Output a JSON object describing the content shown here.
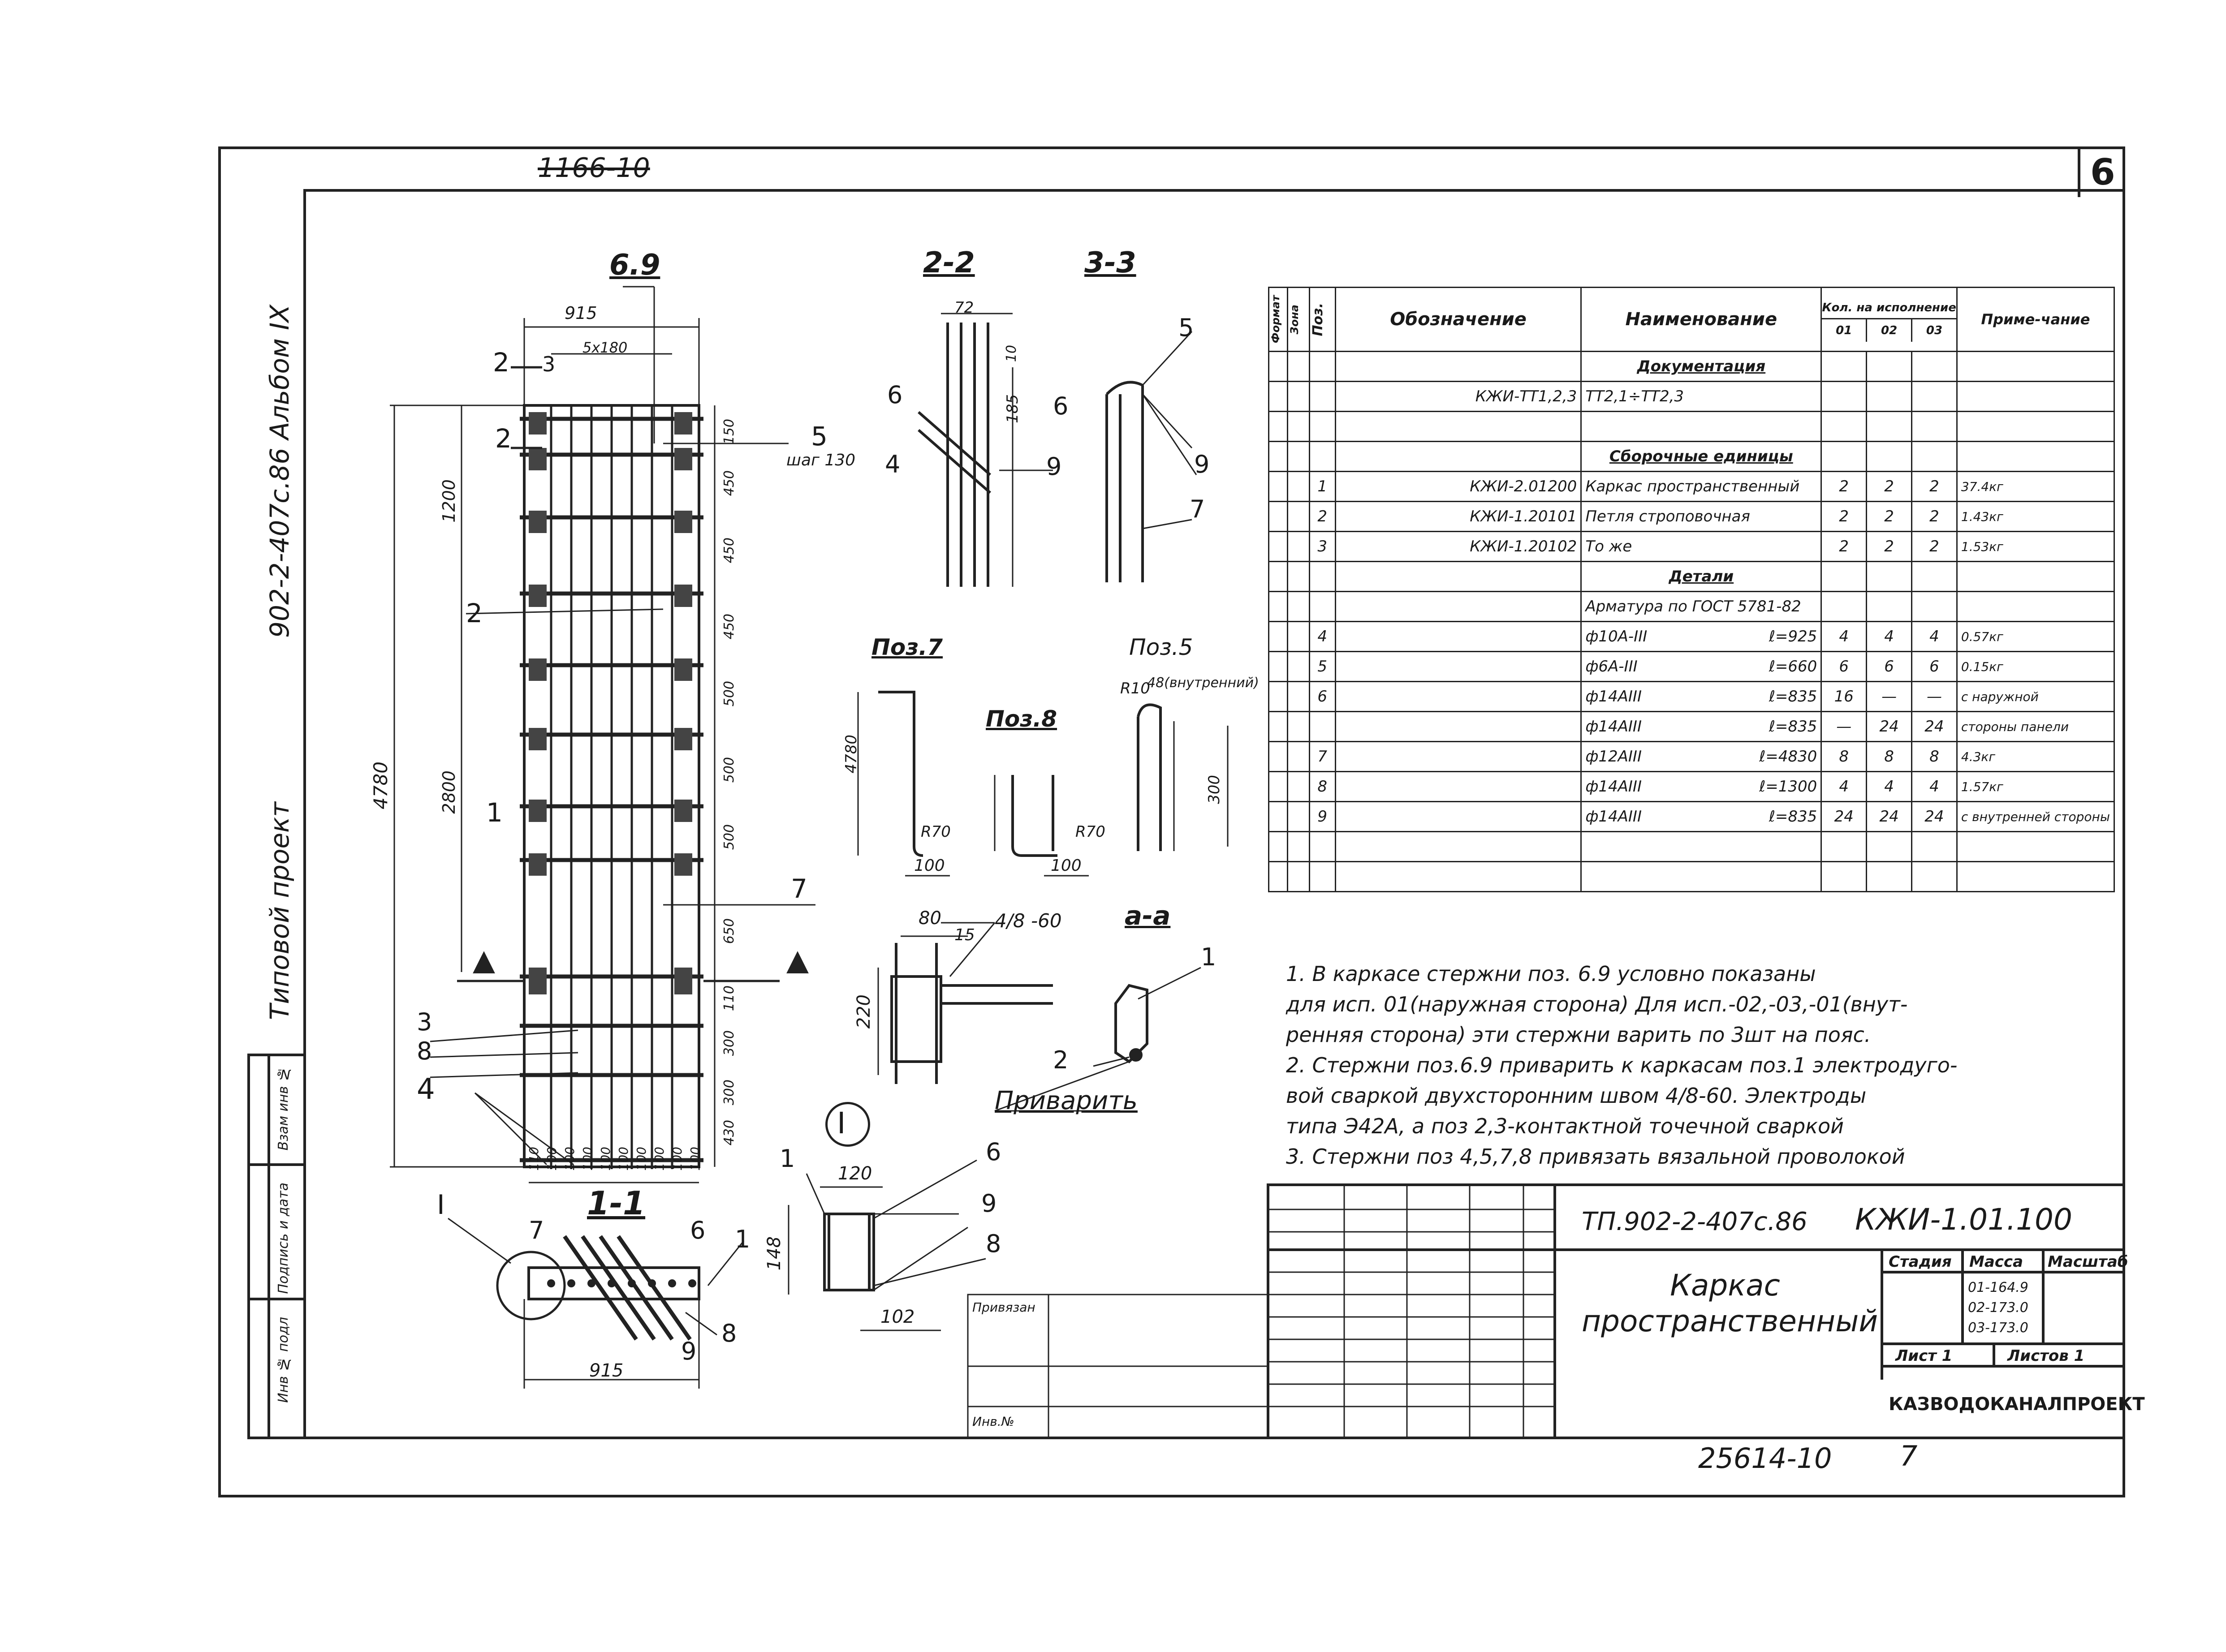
{
  "sheet_no": "6",
  "doc_code_top": "1166-10",
  "left_strip": {
    "project_code": "902-2-407с.86 Альбом IX",
    "type_label": "Типовой проект",
    "stamp_labels": [
      "Взам инв №",
      "Подпись и дата",
      "Инв № подл"
    ]
  },
  "view_labels": {
    "view_69": "6.9",
    "sec_2_2": "2-2",
    "sec_3_3": "3-3",
    "sec_1_1": "1-1",
    "sec_a_a": "а-а",
    "node_I": "I",
    "weld": "Приварить",
    "pos7": "Поз.7",
    "pos8": "Поз.8",
    "pos5": "Поз.5"
  },
  "dims": {
    "d915_top": "915",
    "d5x180": "5х180",
    "d4780": "4780",
    "d1200": "1200",
    "d2800": "2800",
    "vertical_steps": [
      "150",
      "450",
      "450",
      "450",
      "500",
      "500",
      "500",
      "650",
      "110",
      "300",
      "300",
      "430"
    ],
    "bottom_steps": [
      "110",
      "100",
      "100",
      "100",
      "100",
      "100",
      "100",
      "100",
      "100",
      "100"
    ],
    "d915_bottom": "915",
    "d148": "148",
    "d102": "102",
    "d120": "120",
    "d80": "80",
    "d15": "15",
    "d220": "220",
    "weld_seam": "4/8 -60",
    "d72": "72",
    "d185": "185",
    "d10": "10",
    "step130": "шаг 130",
    "r10": "R10",
    "r70": "R70",
    "d48": "48(внутренний)",
    "d300": "300",
    "d100": "100",
    "d4780_pos7": "4780"
  },
  "pos_markers": [
    "1",
    "2",
    "3",
    "4",
    "5",
    "6",
    "7",
    "8",
    "9"
  ],
  "spec_header": {
    "format": "Формат",
    "zone": "Зона",
    "pos": "Поз.",
    "designation": "Обозначение",
    "name": "Наименование",
    "qty": "Кол. на исполнение",
    "q01": "01",
    "q02": "02",
    "q03": "03",
    "note": "Приме-чание"
  },
  "spec_rows": [
    {
      "pos": "",
      "designation": "",
      "name": "Документация",
      "section": true,
      "q1": "",
      "q2": "",
      "q3": "",
      "note": ""
    },
    {
      "pos": "",
      "designation": "КЖИ-ТТ1,2,3",
      "name": "ТТ2,1÷ТТ2,3",
      "section": false,
      "q1": "",
      "q2": "",
      "q3": "",
      "note": ""
    },
    {
      "pos": "",
      "designation": "",
      "name": "",
      "section": false,
      "q1": "",
      "q2": "",
      "q3": "",
      "note": ""
    },
    {
      "pos": "",
      "designation": "",
      "name": "Сборочные единицы",
      "section": true,
      "q1": "",
      "q2": "",
      "q3": "",
      "note": ""
    },
    {
      "pos": "1",
      "designation": "КЖИ-2.01200",
      "name": "Каркас пространственный",
      "section": false,
      "q1": "2",
      "q2": "2",
      "q3": "2",
      "note": "37.4кг"
    },
    {
      "pos": "2",
      "designation": "КЖИ-1.20101",
      "name": "Петля строповочная",
      "section": false,
      "q1": "2",
      "q2": "2",
      "q3": "2",
      "note": "1.43кг"
    },
    {
      "pos": "3",
      "designation": "КЖИ-1.20102",
      "name": "То же",
      "section": false,
      "q1": "2",
      "q2": "2",
      "q3": "2",
      "note": "1.53кг"
    },
    {
      "pos": "",
      "designation": "",
      "name": "Детали",
      "section": true,
      "q1": "",
      "q2": "",
      "q3": "",
      "note": ""
    },
    {
      "pos": "",
      "designation": "",
      "name": "Арматура по ГОСТ 5781-82",
      "section": false,
      "q1": "",
      "q2": "",
      "q3": "",
      "note": ""
    },
    {
      "pos": "4",
      "designation": "",
      "name": "ф10А-III",
      "len": "ℓ=925",
      "section": false,
      "q1": "4",
      "q2": "4",
      "q3": "4",
      "note": "0.57кг"
    },
    {
      "pos": "5",
      "designation": "",
      "name": "ф6А-III",
      "len": "ℓ=660",
      "section": false,
      "q1": "6",
      "q2": "6",
      "q3": "6",
      "note": "0.15кг"
    },
    {
      "pos": "6",
      "designation": "",
      "name": "ф14АIII",
      "len": "ℓ=835",
      "section": false,
      "q1": "16",
      "q2": "—",
      "q3": "—",
      "note": "с наружной"
    },
    {
      "pos": "",
      "designation": "",
      "name": "ф14АIII",
      "len": "ℓ=835",
      "section": false,
      "q1": "—",
      "q2": "24",
      "q3": "24",
      "note": "стороны панели"
    },
    {
      "pos": "7",
      "designation": "",
      "name": "ф12АIII",
      "len": "ℓ=4830",
      "section": false,
      "q1": "8",
      "q2": "8",
      "q3": "8",
      "note": "4.3кг"
    },
    {
      "pos": "8",
      "designation": "",
      "name": "ф14АIII",
      "len": "ℓ=1300",
      "section": false,
      "q1": "4",
      "q2": "4",
      "q3": "4",
      "note": "1.57кг"
    },
    {
      "pos": "9",
      "designation": "",
      "name": "ф14АIII",
      "len": "ℓ=835",
      "section": false,
      "q1": "24",
      "q2": "24",
      "q3": "24",
      "note": "с внутренней стороны"
    },
    {
      "pos": "",
      "designation": "",
      "name": "",
      "section": false,
      "q1": "",
      "q2": "",
      "q3": "",
      "note": ""
    },
    {
      "pos": "",
      "designation": "",
      "name": "",
      "section": false,
      "q1": "",
      "q2": "",
      "q3": "",
      "note": ""
    }
  ],
  "notes": [
    "1. В каркасе стержни поз. 6.9 условно показаны",
    "для исп. 01(наружная сторона) Для исп.-02,-03,-01(внут-",
    "ренняя сторона) эти стержни варить по 3шт на пояс.",
    "2. Стержни поз.6.9 приварить к каркасам поз.1 электродуго-",
    "вой сваркой двухсторонним швом 4/8-60. Электроды",
    "типа Э42А, а поз 2,3-контактной точечной сваркой",
    "3. Стержни поз 4,5,7,8 привязать вязальной проволокой"
  ],
  "title_block": {
    "project": "ТП.902-2-407с.86",
    "code": "КЖИ-1.01.100",
    "title": "Каркас пространственный",
    "stage_label": "Стадия",
    "mass_label": "Масса",
    "scale_label": "Масштаб",
    "mass_values": [
      "01-164.9",
      "02-173.0",
      "03-173.0"
    ],
    "sheet_label": "Лист 1",
    "sheets_label": "Листов 1",
    "org": "КАЗВОДОКАНАЛПРОЕКТ",
    "binding_label": "Привязан",
    "inv_label": "Инв.№"
  },
  "bottom_number": "25614-10",
  "bottom_sheet": "7"
}
